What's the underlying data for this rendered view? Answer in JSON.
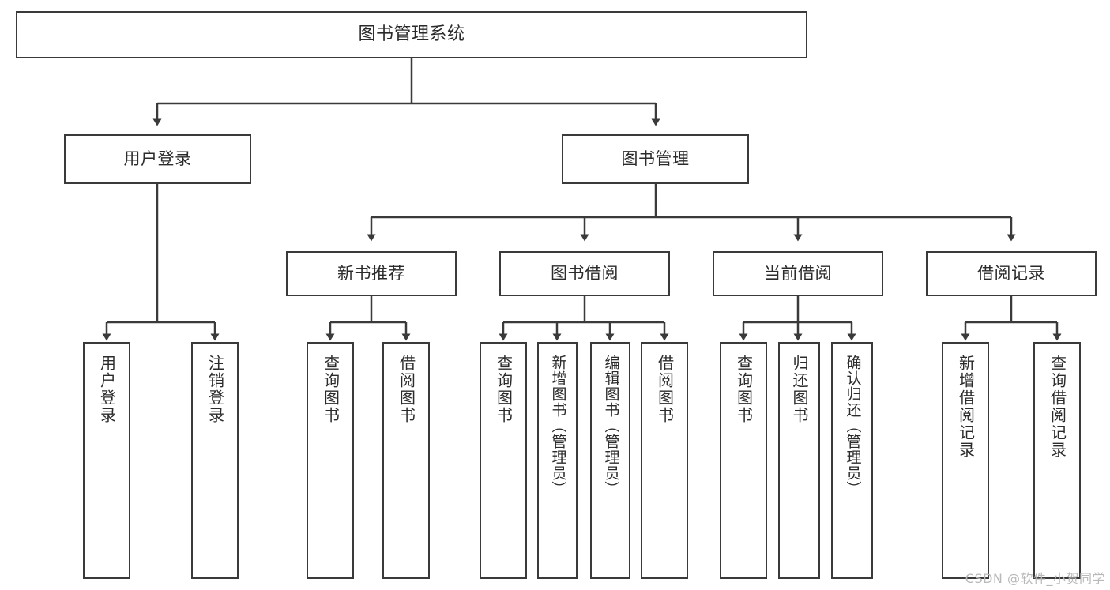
{
  "diagram": {
    "type": "tree",
    "title": "图书管理系统",
    "root": {
      "label": "图书管理系统"
    },
    "level2": [
      {
        "label": "用户登录"
      },
      {
        "label": "图书管理"
      }
    ],
    "level3": [
      {
        "label": "新书推荐"
      },
      {
        "label": "图书借阅"
      },
      {
        "label": "当前借阅"
      },
      {
        "label": "借阅记录"
      }
    ],
    "leaves": {
      "user_login": [
        {
          "label": "用户登录"
        },
        {
          "label": "注销登录"
        }
      ],
      "new_book_recommend": [
        {
          "label": "查询图书"
        },
        {
          "label": "借阅图书"
        }
      ],
      "book_borrow": [
        {
          "label": "查询图书"
        },
        {
          "label": "新增图书（管理员）"
        },
        {
          "label": "编辑图书（管理员）"
        },
        {
          "label": "借阅图书"
        }
      ],
      "current_borrow": [
        {
          "label": "查询图书"
        },
        {
          "label": "归还图书"
        },
        {
          "label": "确认归还（管理员）"
        }
      ],
      "borrow_record": [
        {
          "label": "新增借阅记录"
        },
        {
          "label": "查询借阅记录"
        }
      ]
    }
  },
  "watermark": {
    "text": "CSDN @软件_小贺同学"
  },
  "colors": {
    "stroke": "#3a3a3a",
    "background": "#ffffff",
    "text": "#2b2b2b",
    "watermark": "#b9b9b9"
  }
}
